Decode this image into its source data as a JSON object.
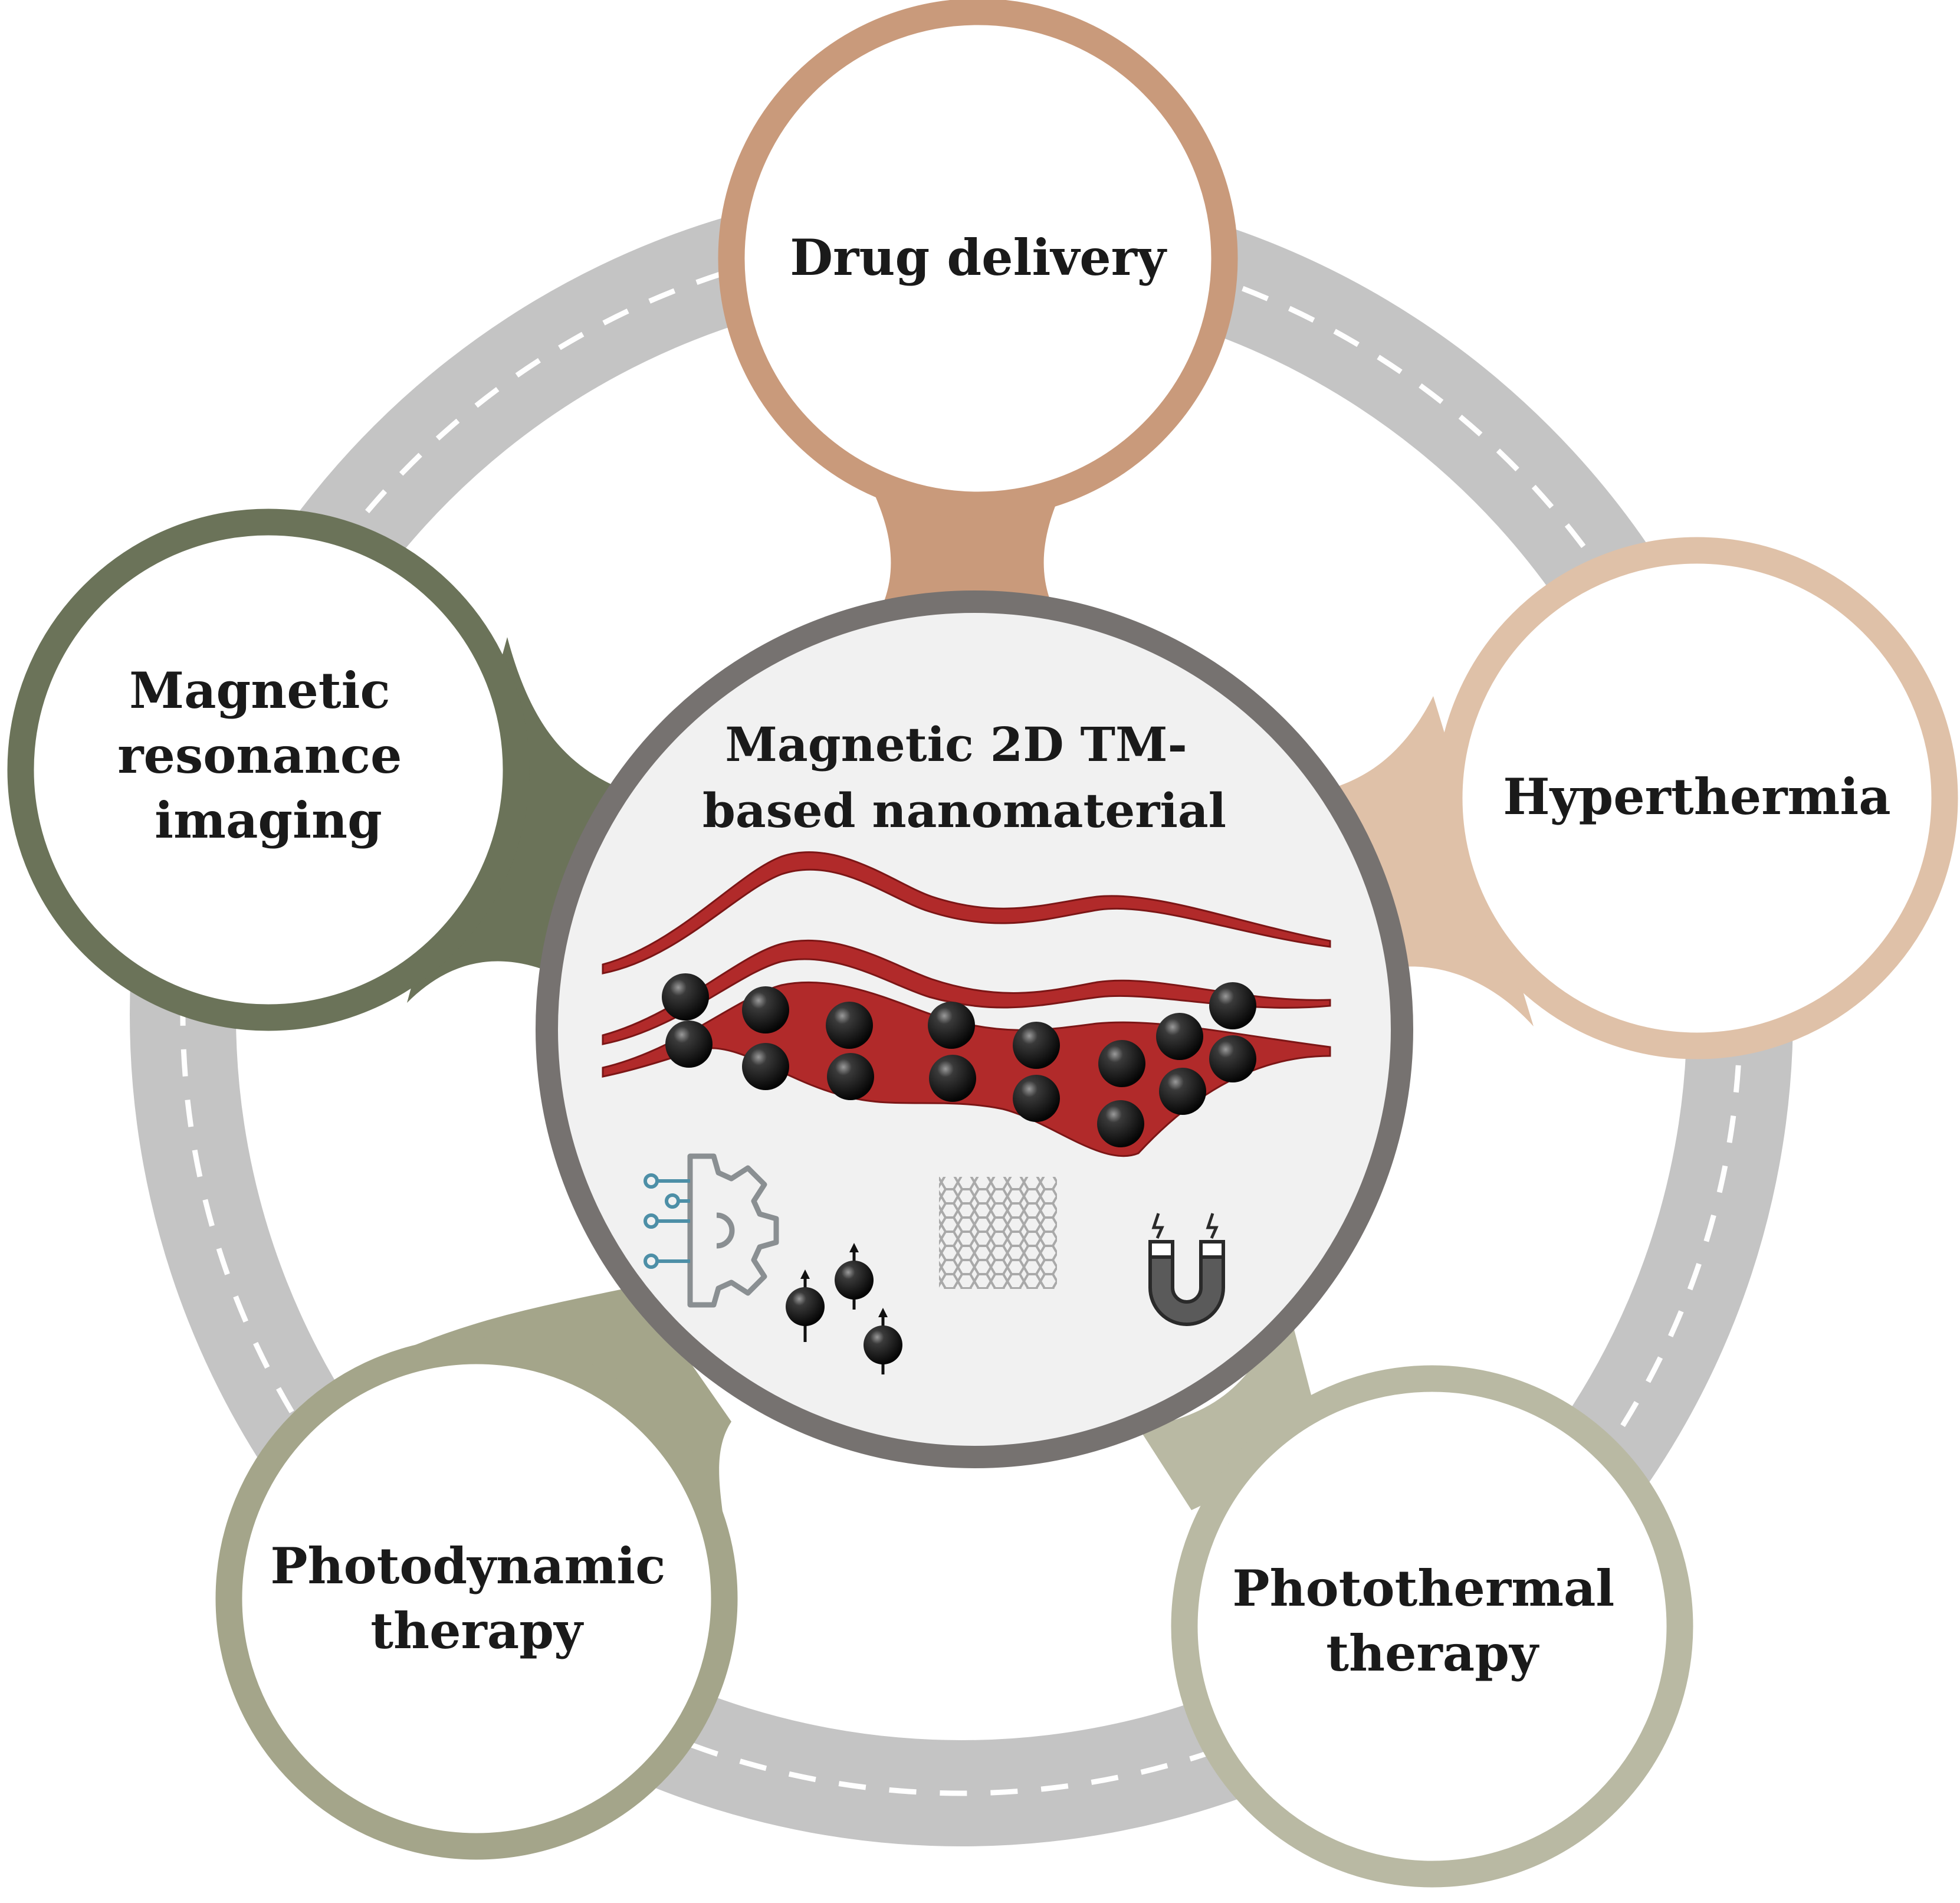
{
  "center": {
    "title_line1": "Magnetic 2D TM-",
    "title_line2": "based nanomaterial",
    "illustration": [
      "layered-nanosheets-with-nanoparticles",
      "circuit-gear-icon",
      "spin-particles-icon",
      "hexagonal-lattice-icon",
      "horseshoe-magnet-icon"
    ]
  },
  "applications": [
    {
      "id": "drug-delivery",
      "lines": [
        "Drug delivery"
      ],
      "ring_color": "#c99a7b"
    },
    {
      "id": "hyperthermia",
      "lines": [
        "Hyperthermia"
      ],
      "ring_color": "#dfc1a8"
    },
    {
      "id": "photothermal-therapy",
      "lines": [
        "Photothermal",
        "therapy"
      ],
      "ring_color": "#b9b9a3"
    },
    {
      "id": "photodynamic-therapy",
      "lines": [
        "Photodynamic",
        "therapy"
      ],
      "ring_color": "#a4a58a"
    },
    {
      "id": "mri",
      "lines": [
        "Magnetic",
        "resonance",
        "imaging"
      ],
      "ring_color": "#6b7359"
    }
  ],
  "colors": {
    "road": "#c4c4c4",
    "road_dash": "#ffffff",
    "center_ring": "#767270",
    "center_fill": "#f1f1f1",
    "sheet": "#b12a2a",
    "particle": "#111111"
  }
}
